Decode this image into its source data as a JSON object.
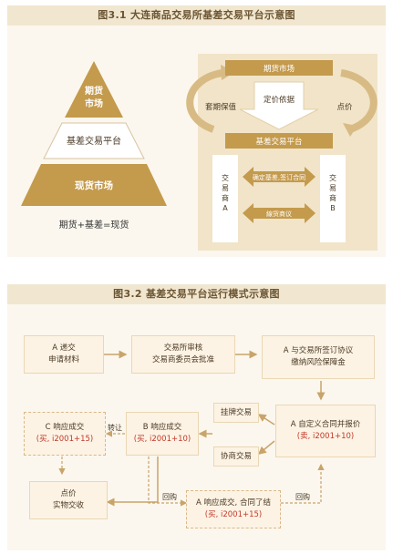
{
  "fig1": {
    "title": "图3.1 大连商品交易所基差交易平台示意图",
    "pyramid": {
      "top": [
        "期货",
        "市场"
      ],
      "middle": "基差交易平台",
      "bottom": "现货市场",
      "formula": "期货+基差=现货"
    },
    "platform": {
      "futures_market": "期货市场",
      "pricing_basis": "定价依据",
      "hedging": "套期保值",
      "pricing": "点价",
      "basis_platform": "基差交易平台",
      "trader_a": [
        "交",
        "易",
        "商",
        "A"
      ],
      "trader_b": [
        "交",
        "易",
        "商",
        "B"
      ],
      "confirm_basis": "确定基差,签订合同",
      "negotiate": "線货商议"
    }
  },
  "fig2": {
    "title": "图3.2 基差交易平台运行模式示意图",
    "boxes": {
      "a_submit": [
        "A 递交",
        "申请材料"
      ],
      "exchange_review": [
        "交易所审核",
        "交易商委员会批准"
      ],
      "a_sign": [
        "A 与交易所签订协议",
        "缴纳风险保障金"
      ],
      "a_define": "A 自定义合同并报价",
      "a_define_red": "(卖, i2001+10)",
      "listing": "挂牌交易",
      "negotiated": "协商交易",
      "b_respond": "B 响应成交",
      "b_respond_red": "(买, i2001+10)",
      "c_respond": "C 响应成交",
      "c_respond_red": "(买, i2001+15)",
      "settle": [
        "点价",
        "实物交收"
      ],
      "a_close": "A 响应成交, 合同了结",
      "a_close_red": "(买, i2001+15)"
    },
    "labels": {
      "transfer": "转让",
      "buyback1": "回购",
      "buyback2": "回购"
    }
  }
}
